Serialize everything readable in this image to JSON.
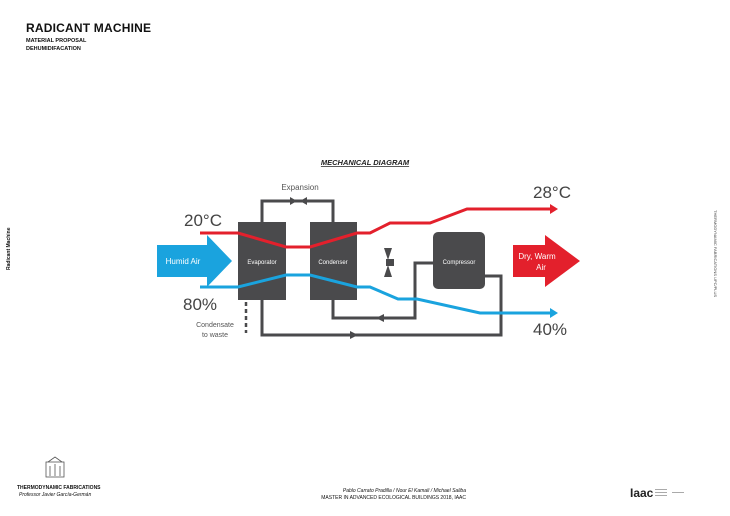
{
  "header": {
    "title": "RADICANT MACHINE",
    "subtitle1": "MATERIAL PROPOSAL",
    "subtitle2": "DEHUMIDIFACATION"
  },
  "side_left": "Radicant Machine",
  "side_right": "THERMODYNAMIC FABRICATIONS UPC/PLUS",
  "diagram": {
    "title": "MECHANICAL DIAGRAM",
    "expansion": "Expansion",
    "evaporator": "Evaporator",
    "condenser": "Condenser",
    "compressor": "Compressor",
    "inlet": "Humid Air",
    "outlet_line1": "Dry, Warm",
    "outlet_line2": "Air",
    "temp_in": "20°C",
    "temp_out": "28°C",
    "rh_in": "80%",
    "rh_out": "40%",
    "condensate_line1": "Condensate",
    "condensate_line2": "to waste",
    "colors": {
      "hot": "#e3202c",
      "cold": "#1aa3de",
      "pipe": "#4a4a4c",
      "box": "#4a4a4c"
    }
  },
  "footer": {
    "course": "THERMODYNAMIC FABRICATIONS",
    "professor": "Professor Javier García-Germán",
    "authors": "Pablo Carrato Pradilla / Nour El Kamali / Michael Saliba",
    "program": "MASTER IN ADVANCED ECOLOGICAL BUILDINGS 2018, IAAC",
    "logo_text": "Iaac"
  }
}
